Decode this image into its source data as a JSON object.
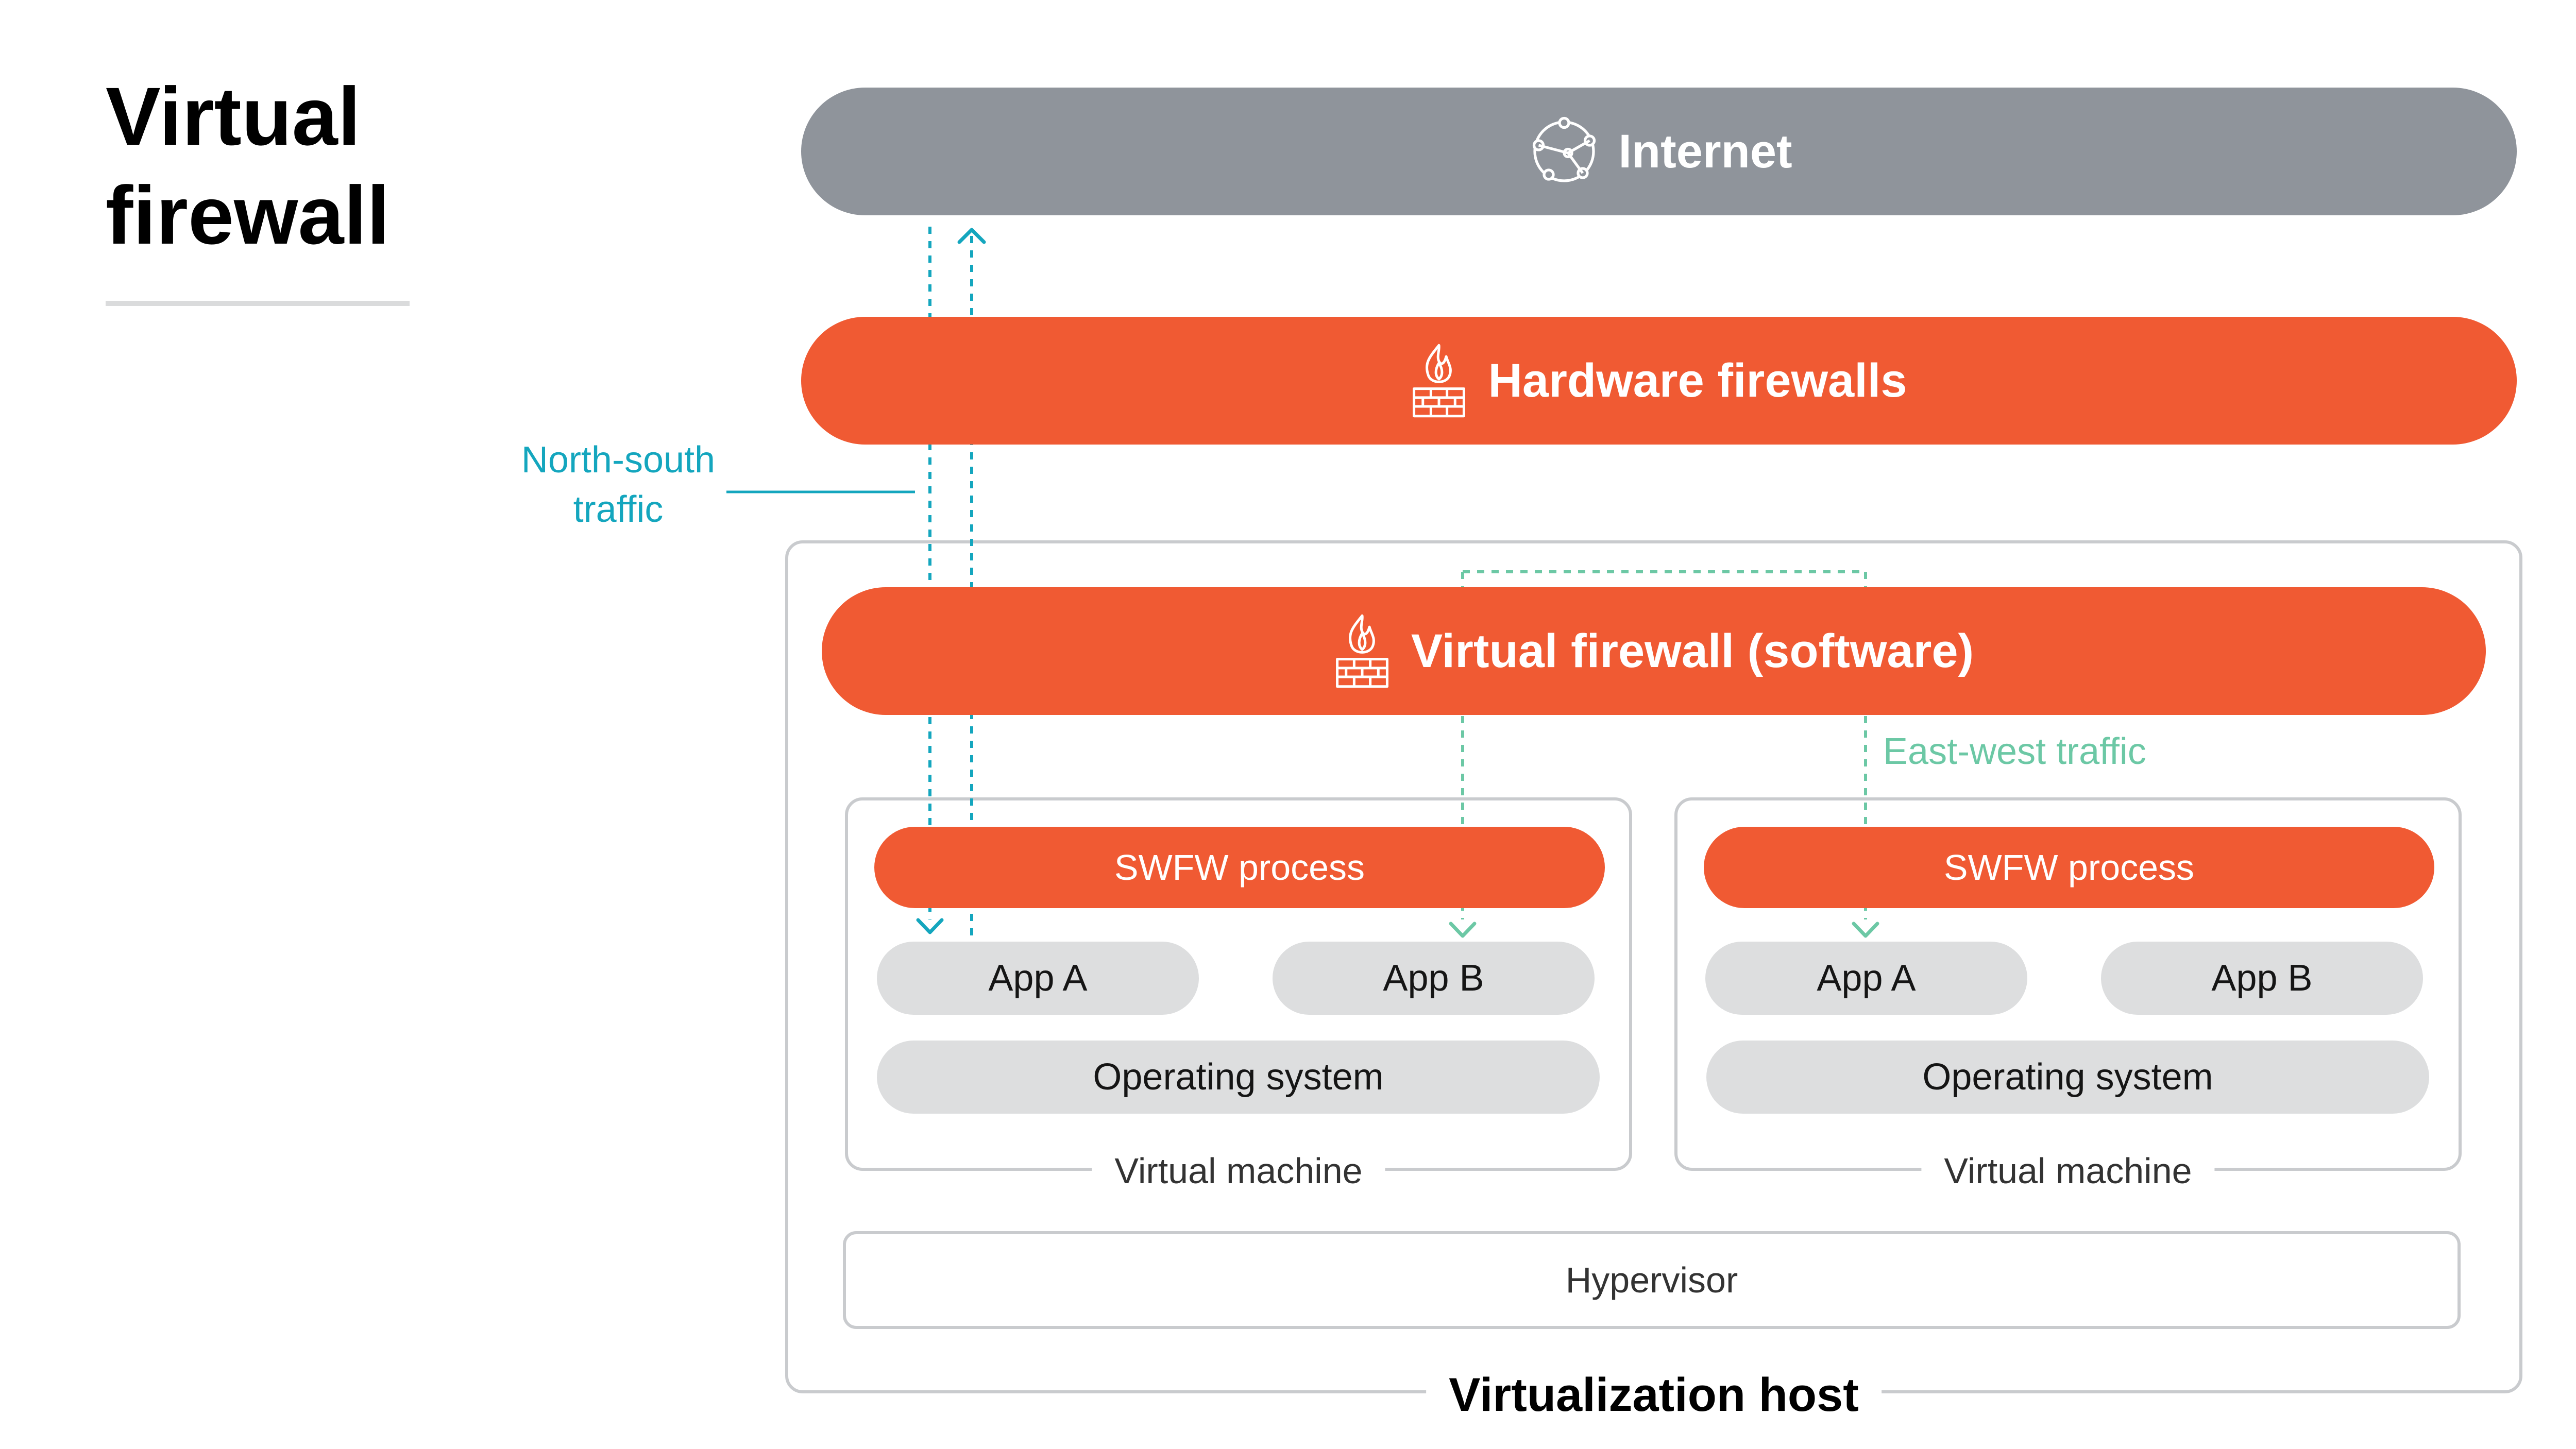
{
  "title": {
    "line1": "Virtual",
    "line2": "firewall"
  },
  "internet": {
    "label": "Internet",
    "icon": "network-globe-icon"
  },
  "hardware_firewalls": {
    "label": "Hardware firewalls",
    "icon": "firewall-icon"
  },
  "north_south": {
    "line1": "North-south",
    "line2": "traffic",
    "color": "#14A6BE"
  },
  "virtual_firewall": {
    "label": "Virtual firewall (software)",
    "icon": "firewall-icon"
  },
  "east_west": {
    "label": "East-west traffic",
    "color": "#6CC8A5"
  },
  "vms": [
    {
      "label": "Virtual machine",
      "swfw": "SWFW process",
      "app_a": "App A",
      "app_b": "App B",
      "os": "Operating system"
    },
    {
      "label": "Virtual machine",
      "swfw": "SWFW process",
      "app_a": "App A",
      "app_b": "App B",
      "os": "Operating system"
    }
  ],
  "hypervisor": {
    "label": "Hypervisor"
  },
  "host": {
    "label": "Virtualization host"
  },
  "colors": {
    "orange": "#F05A33",
    "grey": "#8F949B",
    "light_grey": "#DDDEDF",
    "border": "#C9CBCE"
  }
}
